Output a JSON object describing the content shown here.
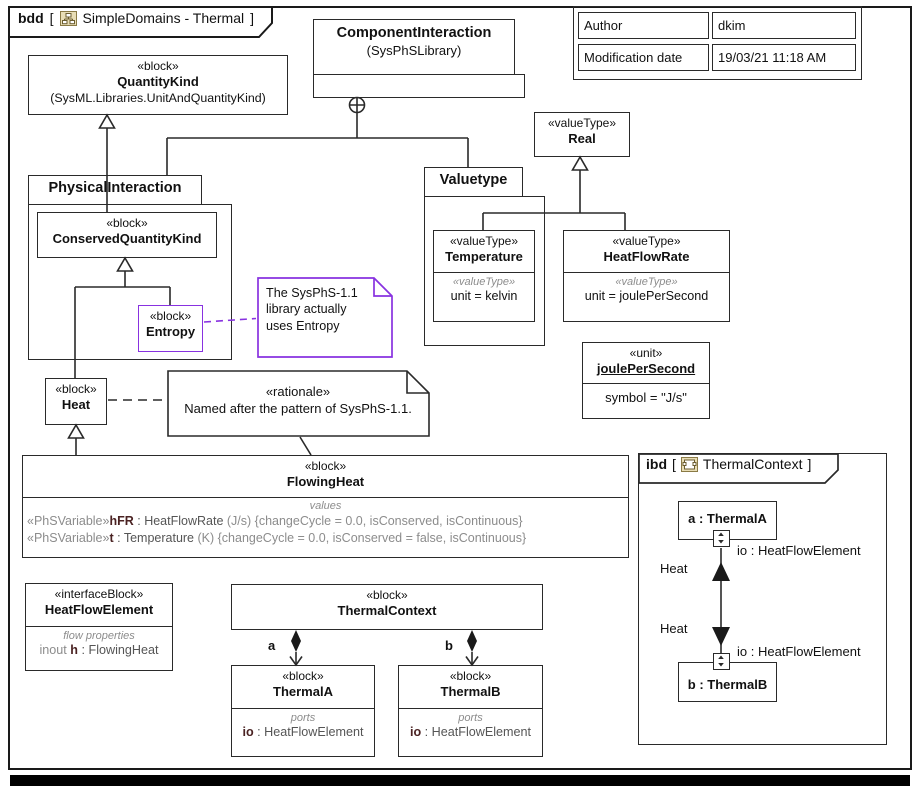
{
  "diagram": {
    "tab": {
      "kind": "bdd",
      "open_bracket": "[",
      "name": "SimpleDomains - Thermal",
      "close_bracket": "]"
    },
    "ibd_tab": {
      "kind": "ibd",
      "open_bracket": "[",
      "name": "ThermalContext",
      "close_bracket": "]"
    }
  },
  "author_table": {
    "rows": [
      {
        "label": "Author",
        "value": "dkim"
      },
      {
        "label": "Modification date",
        "value": "19/03/21 11:18 AM"
      }
    ]
  },
  "blocks": {
    "component_interaction": {
      "name": "ComponentInteraction",
      "library": "(SysPhSLibrary)"
    },
    "quantity_kind": {
      "stereotype": "«block»",
      "name": "QuantityKind",
      "library": "(SysML.Libraries.UnitAndQuantityKind)"
    },
    "physical_interaction": {
      "name": "PhysicalInteraction"
    },
    "conserved_quantity_kind": {
      "stereotype": "«block»",
      "name": "ConservedQuantityKind"
    },
    "entropy": {
      "stereotype": "«block»",
      "name": "Entropy"
    },
    "heat": {
      "stereotype": "«block»",
      "name": "Heat"
    },
    "real": {
      "stereotype": "«valueType»",
      "name": "Real"
    },
    "valuetype_package": {
      "name": "Valuetype"
    },
    "temperature": {
      "stereotype": "«valueType»",
      "name": "Temperature",
      "compartment_stereotype": "«valueType»",
      "unit_line": "unit = kelvin"
    },
    "heat_flow_rate": {
      "stereotype": "«valueType»",
      "name": "HeatFlowRate",
      "compartment_stereotype": "«valueType»",
      "unit_line": "unit = joulePerSecond"
    },
    "joule_per_second": {
      "stereotype": "«unit»",
      "name": "joulePerSecond",
      "symbol_line": "symbol = \"J/s\""
    },
    "flowing_heat": {
      "stereotype": "«block»",
      "name": "FlowingHeat",
      "compartment_label": "values",
      "values": [
        {
          "stereotype": "«PhSVariable»",
          "name": "hFR",
          "type": " : HeatFlowRate ",
          "unit": "(J/s) ",
          "constraints": "{changeCycle = 0.0, isConserved, isContinuous}"
        },
        {
          "stereotype": "«PhSVariable»",
          "name": "t",
          "type": " : Temperature ",
          "unit": "(K) ",
          "constraints": "{changeCycle = 0.0, isConserved = false, isContinuous}"
        }
      ]
    },
    "heat_flow_element": {
      "stereotype": "«interfaceBlock»",
      "name": "HeatFlowElement",
      "compartment_label": "flow properties",
      "flow_direction": "inout ",
      "flow_name": "h",
      "flow_type": " : FlowingHeat"
    },
    "thermal_context": {
      "stereotype": "«block»",
      "name": "ThermalContext",
      "role_a": "a",
      "role_b": "b"
    },
    "thermal_a": {
      "stereotype": "«block»",
      "name": "ThermalA",
      "compartment_label": "ports",
      "port_name": "io",
      "port_type": " : HeatFlowElement"
    },
    "thermal_b": {
      "stereotype": "«block»",
      "name": "ThermalB",
      "compartment_label": "ports",
      "port_name": "io",
      "port_type": " : HeatFlowElement"
    }
  },
  "notes": {
    "entropy_note": {
      "lines": [
        "The SysPhS-1.1",
        "library actually",
        "uses Entropy"
      ]
    },
    "rationale_note": {
      "stereotype": "«rationale»",
      "text": "Named after the pattern of SysPhS-1.1."
    }
  },
  "ibd": {
    "part_a": "a : ThermalA",
    "part_b": "b : ThermalB",
    "port_a_label": "io : HeatFlowElement",
    "port_b_label": "io : HeatFlowElement",
    "flow_top_label": "Heat",
    "flow_bottom_label": "Heat"
  },
  "colors": {
    "purple": "#8832e0",
    "border": "#2a2a2a",
    "grey_text": "#8c8c8c",
    "member_name": "#4a2222",
    "icon_tan": "#e8ddb5"
  }
}
